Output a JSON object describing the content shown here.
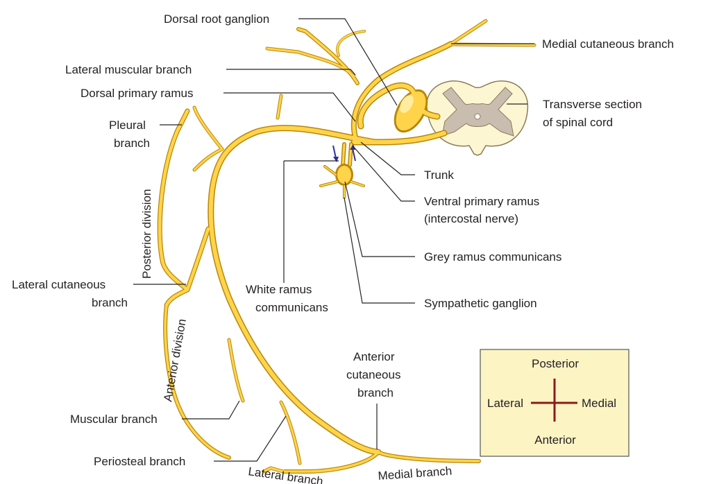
{
  "labels": {
    "dorsal_root_ganglion": "Dorsal root ganglion",
    "medial_cutaneous_branch": "Medial cutaneous branch",
    "lateral_muscular_branch": "Lateral muscular branch",
    "dorsal_primary_ramus": "Dorsal primary ramus",
    "transverse_section_line1": "Transverse section",
    "transverse_section_line2": "of spinal cord",
    "pleural_branch_line1": "Pleural",
    "pleural_branch_line2": "branch",
    "trunk": "Trunk",
    "ventral_primary_ramus_line1": "Ventral primary ramus",
    "ventral_primary_ramus_line2": "(intercostal nerve)",
    "grey_ramus": "Grey ramus communicans",
    "white_ramus_line1": "White ramus",
    "white_ramus_line2": "communicans",
    "sympathetic_ganglion": "Sympathetic ganglion",
    "lateral_cutaneous_line1": "Lateral cutaneous",
    "lateral_cutaneous_line2": "branch",
    "posterior_division": "Posterior division",
    "anterior_division": "Anterior division",
    "anterior_cutaneous_line1": "Anterior",
    "anterior_cutaneous_line2": "cutaneous",
    "anterior_cutaneous_line3": "branch",
    "muscular_branch": "Muscular branch",
    "periosteal_branch": "Periosteal branch",
    "lateral_branch": "Lateral branch",
    "medial_branch": "Medial branch"
  },
  "orientation_key": {
    "posterior": "Posterior",
    "anterior": "Anterior",
    "lateral": "Lateral",
    "medial": "Medial"
  },
  "colors": {
    "nerve": "#ffd44a",
    "nerve_outline": "#b8860b",
    "cord_white_matter": "#fdf6d2",
    "cord_grey_matter": "#c9bdb0",
    "key_background": "#fdf4c4",
    "key_cross": "#8b1a1a",
    "arrow": "#2f2f9e"
  }
}
